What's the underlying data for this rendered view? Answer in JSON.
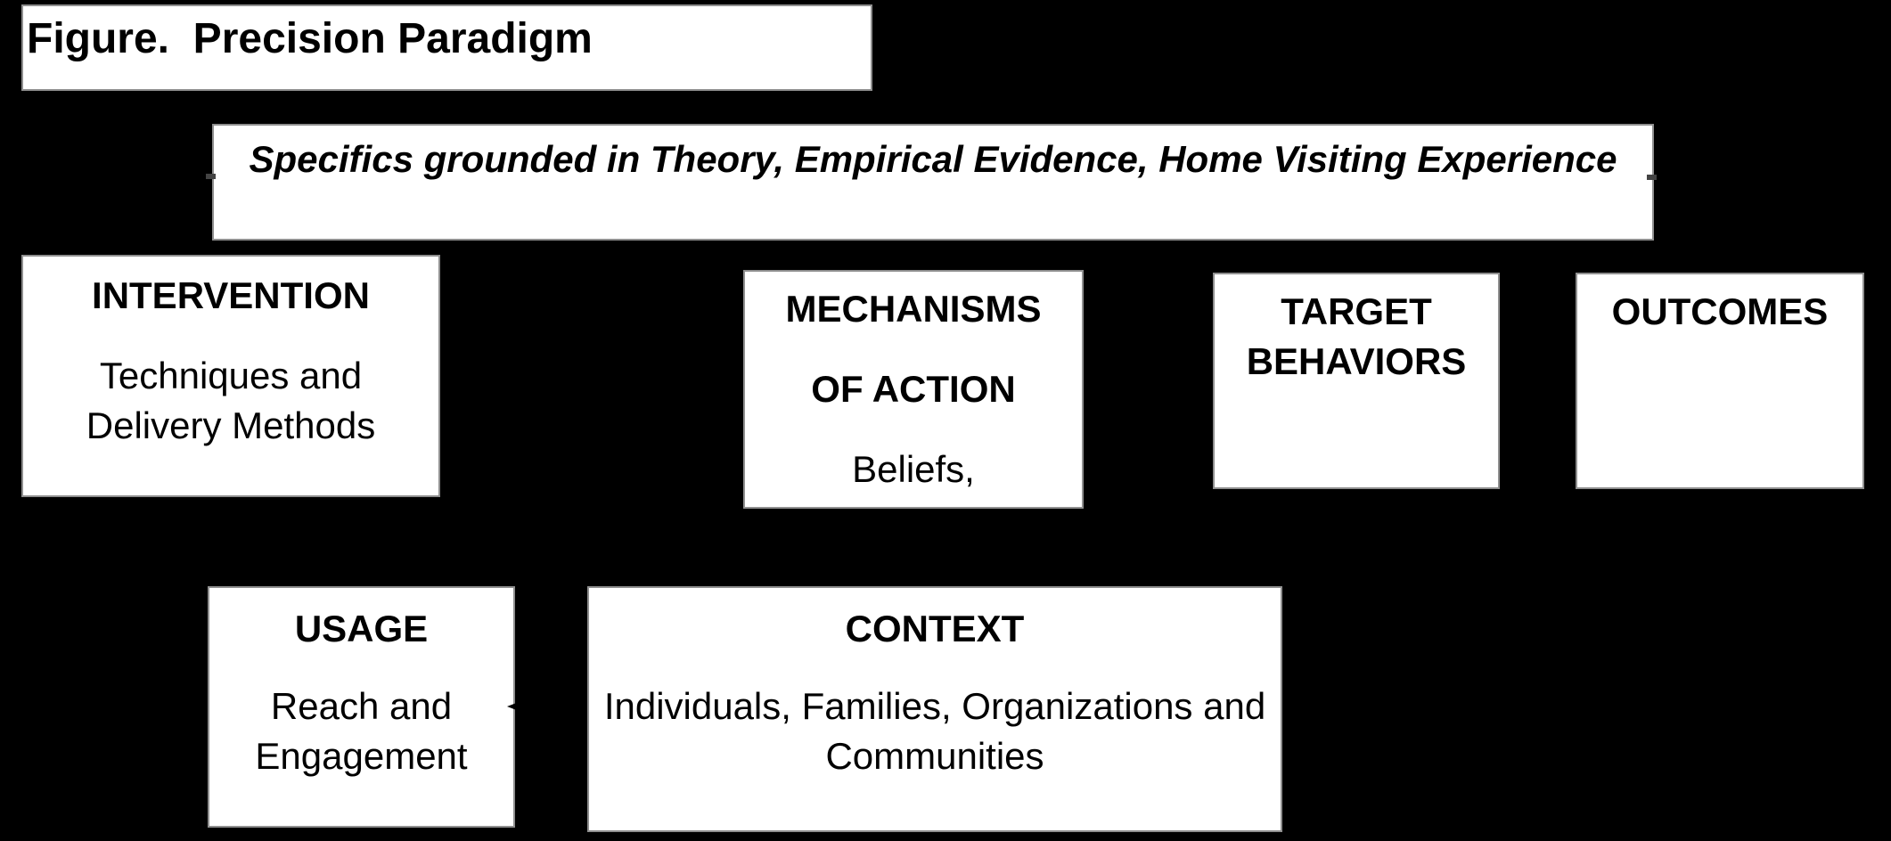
{
  "figure": {
    "title": "Figure.  Precision Paradigm",
    "banner": "Specifics grounded in Theory, Empirical Evidence, Home Visiting Experience",
    "boxes": {
      "intervention": {
        "header": "INTERVENTION",
        "body_lines": [
          "Techniques and",
          "Delivery Methods"
        ]
      },
      "mechanisms": {
        "header_lines": [
          "MECHANISMS",
          "OF ACTION"
        ],
        "body_lines": [
          "Beliefs,"
        ]
      },
      "target": {
        "header_lines": [
          "TARGET",
          "BEHAVIORS"
        ]
      },
      "outcomes": {
        "header": "OUTCOMES"
      },
      "usage": {
        "header": "USAGE",
        "body_lines": [
          "Reach and",
          "Engagement"
        ]
      },
      "context": {
        "header": "CONTEXT",
        "body_lines": [
          "Individuals, Families, Organizations and",
          "Communities"
        ]
      }
    },
    "colors": {
      "background": "#000000",
      "box_fill": "#ffffff",
      "box_border": "#8f8f8f",
      "text": "#000000",
      "connector": "#434343"
    }
  }
}
